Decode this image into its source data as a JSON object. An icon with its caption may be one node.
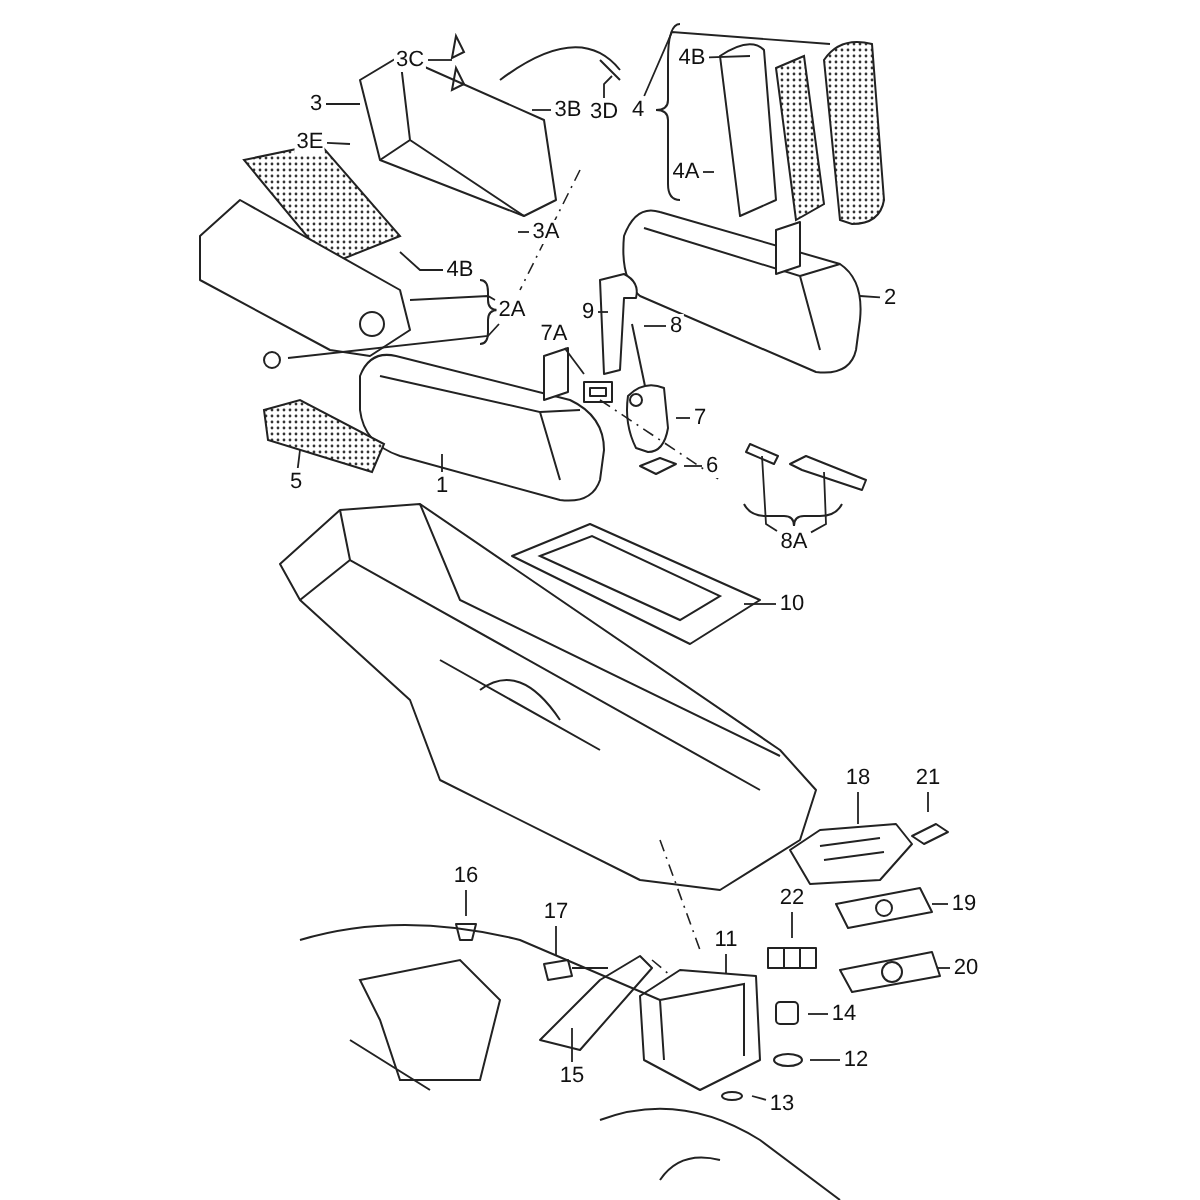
{
  "diagram": {
    "nodes": [
      {
        "text": [
          "3C"
        ]
      },
      {
        "text": [
          "4B"
        ]
      },
      {
        "text": [
          "3"
        ]
      },
      {
        "text": [
          "3B"
        ]
      },
      {
        "text": [
          "3D"
        ]
      },
      {
        "text": [
          "4"
        ]
      },
      {
        "text": [
          "3E"
        ]
      },
      {
        "text": [
          "4A"
        ]
      },
      {
        "text": [
          "3A"
        ]
      },
      {
        "text": [
          "4B"
        ]
      },
      {
        "text": [
          "2"
        ]
      },
      {
        "text": [
          "2A"
        ]
      },
      {
        "text": [
          "9"
        ]
      },
      {
        "text": [
          "8"
        ]
      },
      {
        "text": [
          "7A"
        ]
      },
      {
        "text": [
          "7"
        ]
      },
      {
        "text": [
          "6"
        ]
      },
      {
        "text": [
          "5"
        ]
      },
      {
        "text": [
          "1"
        ]
      },
      {
        "text": [
          "8A"
        ]
      },
      {
        "text": [
          "10"
        ]
      },
      {
        "text": [
          "18"
        ]
      },
      {
        "text": [
          "21"
        ]
      },
      {
        "text": [
          "16"
        ]
      },
      {
        "text": [
          "19"
        ]
      },
      {
        "text": [
          "17"
        ]
      },
      {
        "text": [
          "22"
        ]
      },
      {
        "text": [
          "11"
        ]
      },
      {
        "text": [
          "20"
        ]
      },
      {
        "text": [
          "14"
        ]
      },
      {
        "text": [
          "12"
        ]
      },
      {
        "text": [
          "15"
        ]
      },
      {
        "text": [
          "13"
        ]
      }
    ],
    "edges": [
      {
        "from": 0,
        "to": null,
        "arrow": "none"
      },
      {
        "from": 1,
        "to": null,
        "arrow": "none"
      },
      {
        "from": 2,
        "to": null,
        "arrow": "none"
      },
      {
        "from": 3,
        "to": null,
        "arrow": "none"
      },
      {
        "from": 4,
        "to": null,
        "arrow": "none"
      },
      {
        "from": 5,
        "to": null,
        "arrow": "none"
      },
      {
        "from": 6,
        "to": null,
        "arrow": "none"
      },
      {
        "from": 7,
        "to": null,
        "arrow": "none"
      },
      {
        "from": 8,
        "to": null,
        "arrow": "none"
      },
      {
        "from": 9,
        "to": null,
        "arrow": "none"
      },
      {
        "from": 10,
        "to": null,
        "arrow": "none"
      },
      {
        "from": 11,
        "to": null,
        "arrow": "none"
      },
      {
        "from": 11,
        "to": null,
        "arrow": "none"
      },
      {
        "from": 12,
        "to": null,
        "arrow": "none"
      },
      {
        "from": 13,
        "to": null,
        "arrow": "none"
      },
      {
        "from": 14,
        "to": null,
        "arrow": "none"
      },
      {
        "from": 15,
        "to": null,
        "arrow": "none"
      },
      {
        "from": 16,
        "to": null,
        "arrow": "none"
      },
      {
        "from": 17,
        "to": null,
        "arrow": "none"
      },
      {
        "from": 18,
        "to": null,
        "arrow": "none"
      },
      {
        "from": 19,
        "to": null,
        "arrow": "none"
      },
      {
        "from": 19,
        "to": null,
        "arrow": "none"
      },
      {
        "from": 20,
        "to": null,
        "arrow": "none"
      },
      {
        "from": 21,
        "to": null,
        "arrow": "none"
      },
      {
        "from": 22,
        "to": null,
        "arrow": "none"
      },
      {
        "from": 23,
        "to": null,
        "arrow": "none"
      },
      {
        "from": 24,
        "to": null,
        "arrow": "none"
      },
      {
        "from": 25,
        "to": null,
        "arrow": "none"
      },
      {
        "from": 26,
        "to": null,
        "arrow": "none"
      },
      {
        "from": 27,
        "to": null,
        "arrow": "none"
      },
      {
        "from": 28,
        "to": null,
        "arrow": "none"
      },
      {
        "from": 29,
        "to": null,
        "arrow": "none"
      },
      {
        "from": 30,
        "to": null,
        "arrow": "none"
      },
      {
        "from": 31,
        "to": null,
        "arrow": "none"
      },
      {
        "from": 32,
        "to": null,
        "arrow": "none"
      }
    ]
  }
}
